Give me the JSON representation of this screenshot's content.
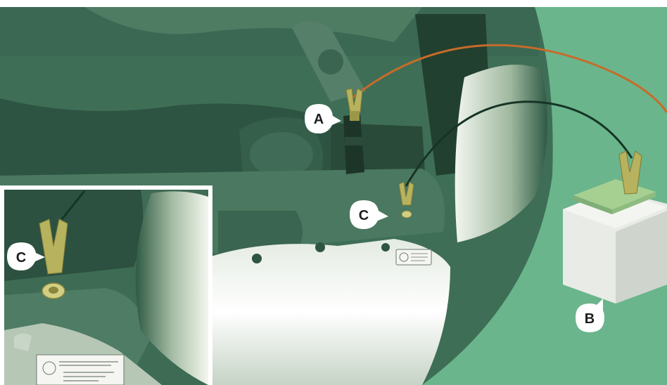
{
  "callouts": {
    "a": "A",
    "b": "B",
    "c_main": "C",
    "c_inset": "C"
  },
  "colors": {
    "engine_dark": "#2f5a45",
    "engine_mid": "#4f7e66",
    "engine_light": "#6e9b83",
    "background_green": "#6ab58c",
    "orange_cable": "#c76b2b",
    "black_cable": "#163426",
    "clamp": "#b7b25d",
    "battery_white": "#e8ebe6",
    "battery_top": "#a6cf92",
    "callout_bubble": "#ffffff"
  },
  "icons": {
    "clamp": "jumper-clamp-icon",
    "ground_point": "ground-stud-icon",
    "label_plate": "warning-label-icon"
  }
}
